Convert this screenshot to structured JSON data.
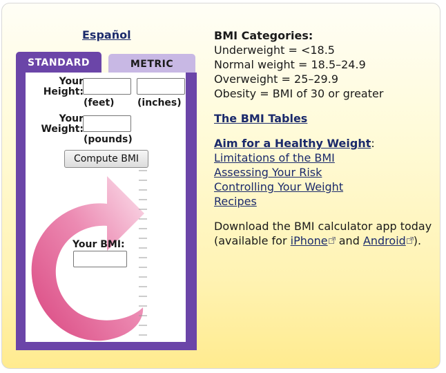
{
  "language_link": "Español",
  "calculator": {
    "tabs": {
      "standard": "STANDARD",
      "metric": "METRIC"
    },
    "height_label_line1": "Your",
    "height_label_line2": "Height:",
    "weight_label_line1": "Your",
    "weight_label_line2": "Weight:",
    "feet_unit": "(feet)",
    "inches_unit": "(inches)",
    "pounds_unit": "(pounds)",
    "feet_value": "",
    "inches_value": "",
    "pounds_value": "",
    "compute_button": "Compute BMI",
    "bmi_label": "Your BMI:",
    "bmi_value": "",
    "colors": {
      "tab_active": "#6b45a8",
      "tab_inactive": "#c8b8e4",
      "arrow": "#e0528c"
    }
  },
  "categories": {
    "title": "BMI Categories:",
    "items": [
      "Underweight = <18.5",
      "Normal weight = 18.5–24.9",
      "Overweight = 25–29.9",
      "Obesity = BMI of 30 or greater"
    ]
  },
  "bmi_tables_link": "The BMI Tables",
  "healthy_weight": {
    "title": "Aim for a Healthy Weight",
    "colon": ":",
    "links": [
      "Limitations of the BMI",
      "Assessing Your Risk",
      "Controlling Your Weight",
      "Recipes"
    ]
  },
  "app": {
    "text_line1": "Download the BMI calculator app today",
    "text_prefix": "(available for ",
    "iphone": "iPhone",
    "and": " and ",
    "android": "Android",
    "suffix": ").",
    "external_icon": "external-link-icon"
  }
}
